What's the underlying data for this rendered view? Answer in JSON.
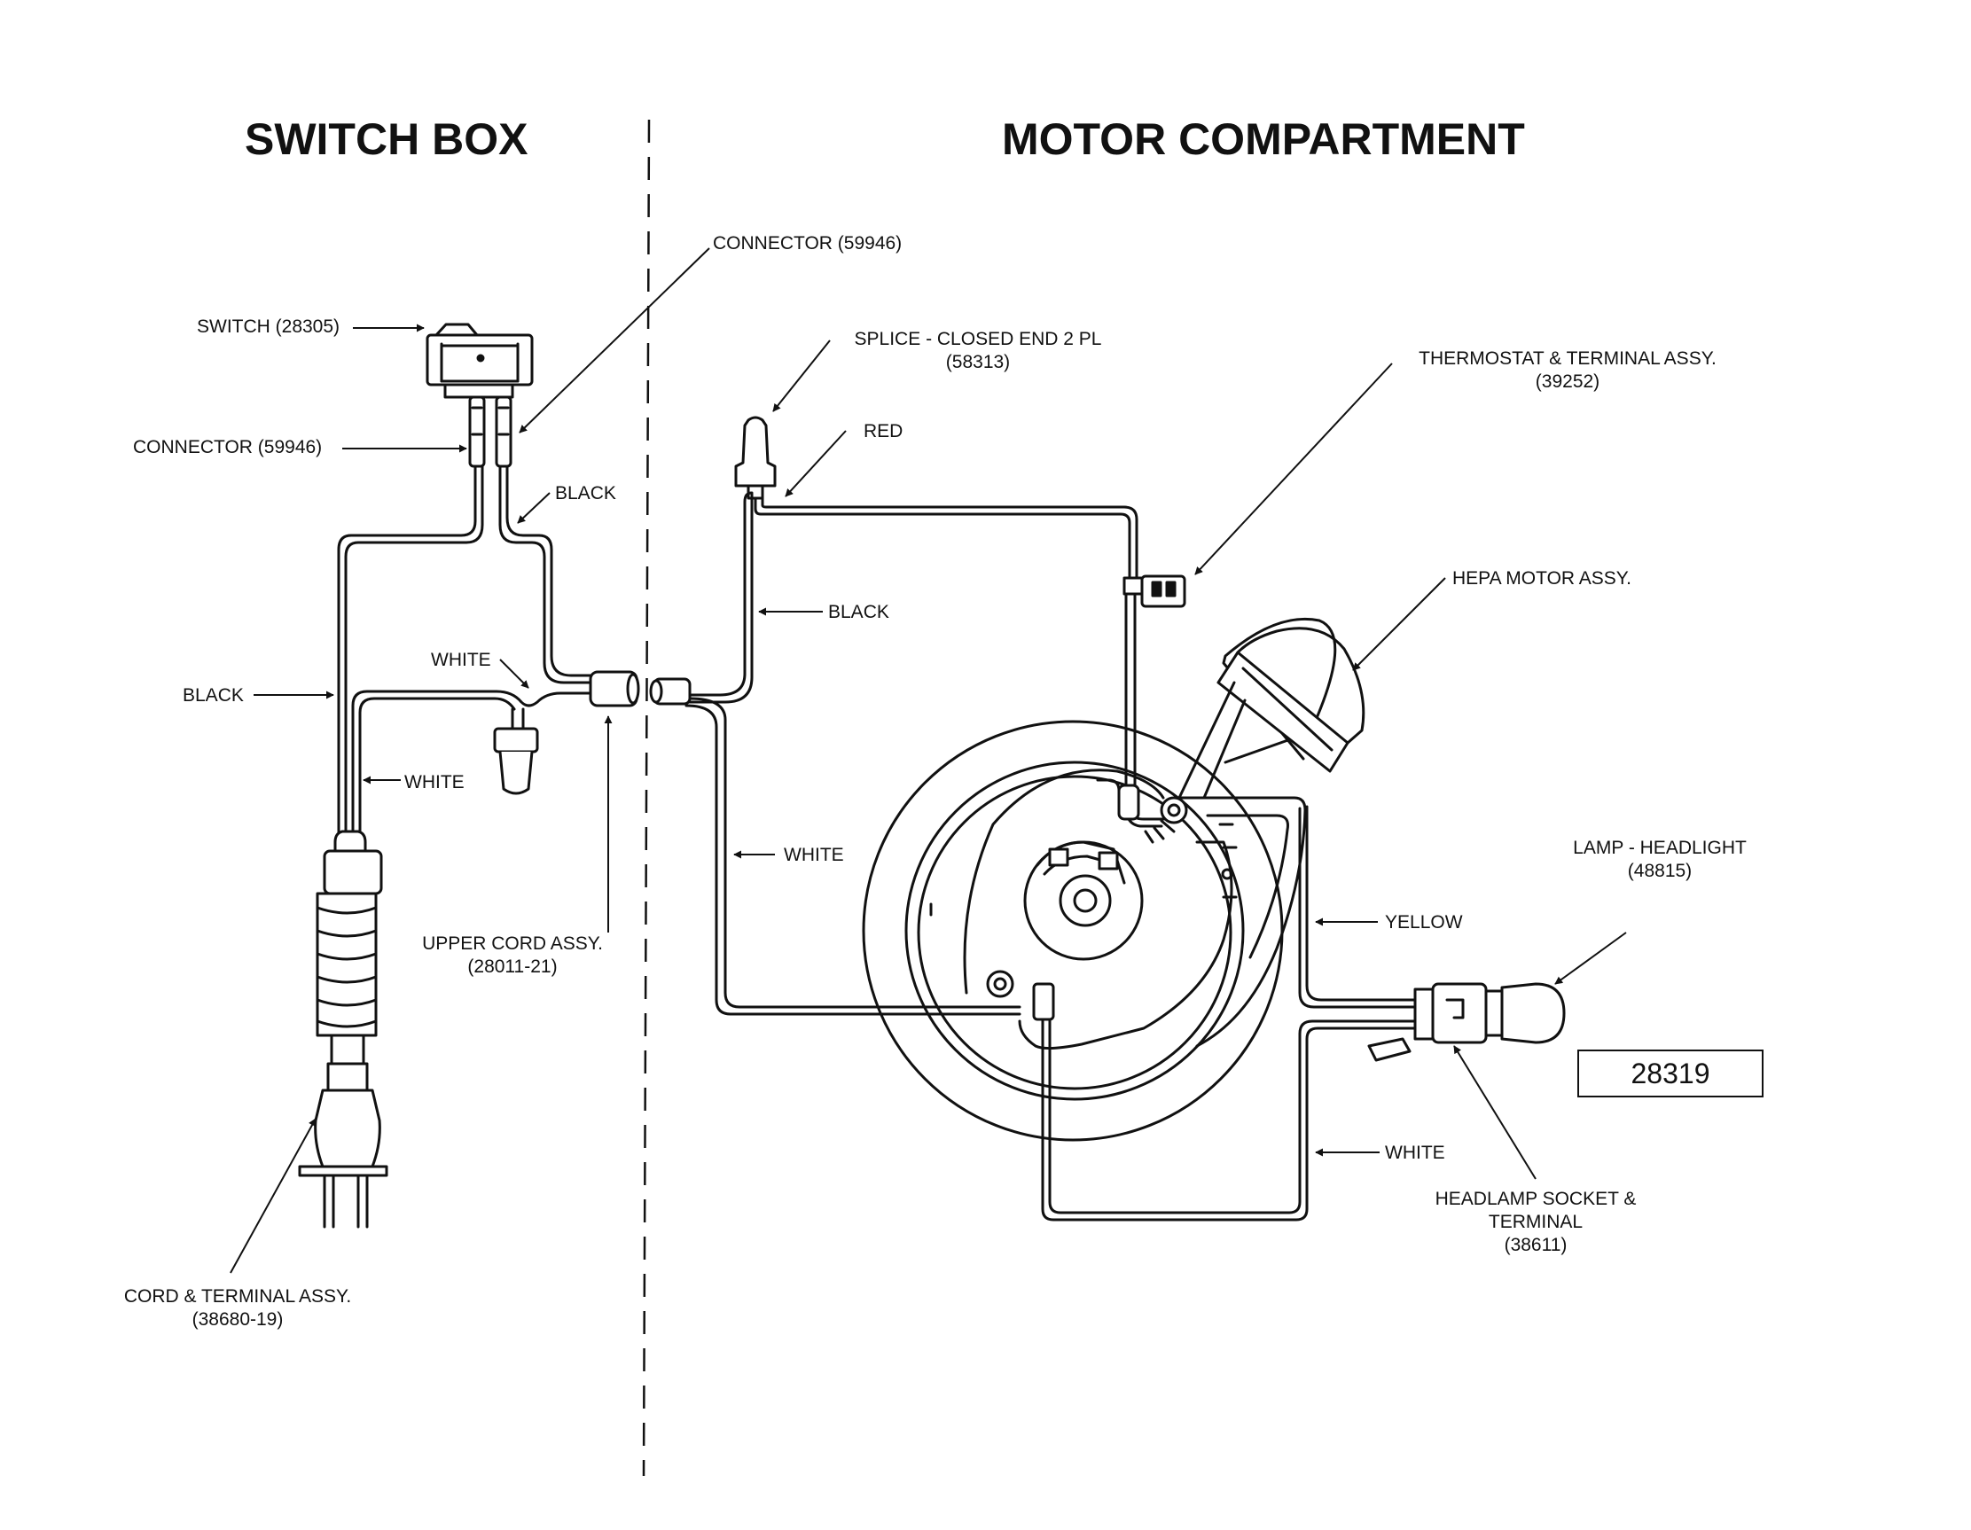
{
  "headers": {
    "switch_box": "SWITCH BOX",
    "motor_compartment": "MOTOR COMPARTMENT"
  },
  "labels": {
    "switch": "SWITCH (28305)",
    "connector_left": "CONNECTOR (59946)",
    "connector_top": "CONNECTOR (59946)",
    "black_upper": "BLACK",
    "white_mid": "WHITE",
    "black_left": "BLACK",
    "white_left": "WHITE",
    "upper_cord_line1": "UPPER CORD ASSY.",
    "upper_cord_line2": "(28011-21)",
    "cord_terminal_line1": "CORD & TERMINAL ASSY.",
    "cord_terminal_line2": "(38680-19)",
    "splice_line1": "SPLICE - CLOSED END 2 PL",
    "splice_line2": "(58313)",
    "red": "RED",
    "black_motor": "BLACK",
    "thermostat_line1": "THERMOSTAT & TERMINAL ASSY.",
    "thermostat_line2": "(39252)",
    "hepa_motor": "HEPA MOTOR ASSY.",
    "white_motor": "WHITE",
    "yellow": "YELLOW",
    "lamp_line1": "LAMP - HEADLIGHT",
    "lamp_line2": "(48815)",
    "white_bottom": "WHITE",
    "socket_line1": "HEADLAMP SOCKET &",
    "socket_line2": "TERMINAL",
    "socket_line3": "(38611)"
  },
  "part_number": "28319",
  "colors": {
    "ink": "#111111",
    "background": "#ffffff"
  }
}
